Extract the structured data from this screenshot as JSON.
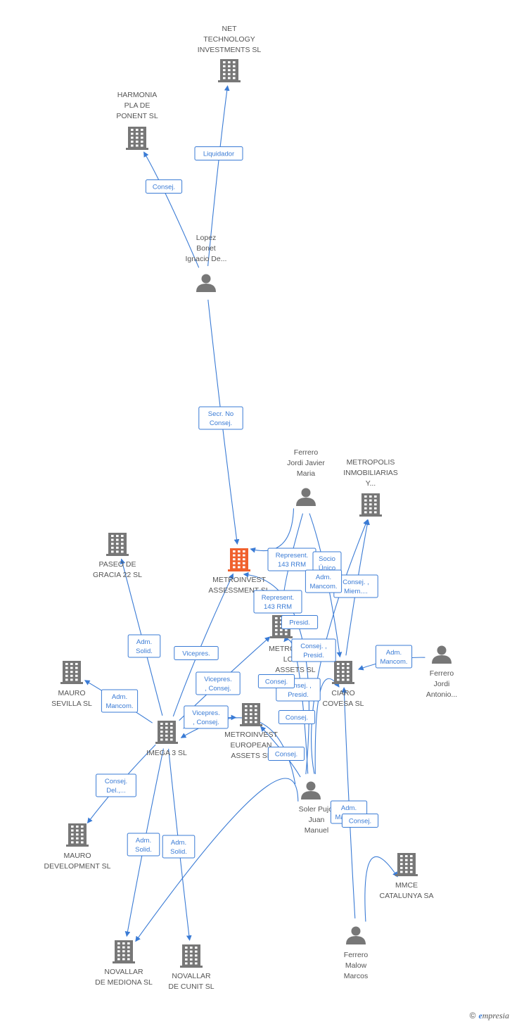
{
  "colors": {
    "edge": "#3a7bd5",
    "company": "#777777",
    "focus": "#f0612e",
    "person": "#777777",
    "label": "#555555"
  },
  "nodes": [
    {
      "id": "net",
      "kind": "company",
      "name": "net-technology-investments",
      "lines": [
        "NET",
        "TECHNOLOGY",
        "INVESTMENTS SL"
      ]
    },
    {
      "id": "harmonia",
      "kind": "company",
      "name": "harmonia-pla-de-ponent",
      "lines": [
        "HARMONIA",
        "PLA DE",
        "PONENT SL"
      ]
    },
    {
      "id": "lopez",
      "kind": "person",
      "name": "lopez-bonet-ignacio",
      "lines": [
        "Lopez",
        "Bonet",
        "Ignacio De..."
      ]
    },
    {
      "id": "ferrero_jordi",
      "kind": "person",
      "name": "ferrero-jordi-javier-maria",
      "lines": [
        "Ferrero",
        "Jordi Javier",
        "Maria"
      ]
    },
    {
      "id": "metropolis",
      "kind": "company",
      "name": "metropolis-inmobiliarias",
      "lines": [
        "METROPOLIS",
        "INMOBILIARIAS",
        "Y..."
      ]
    },
    {
      "id": "paseo",
      "kind": "company",
      "name": "paseo-de-gracia-22",
      "lines": [
        "PASEO DE",
        "GRACIA 22  SL"
      ]
    },
    {
      "id": "metroinvest",
      "kind": "focus",
      "name": "metroinvest-assessment",
      "lines": [
        "METROINVEST",
        "ASSESSMENT SL"
      ]
    },
    {
      "id": "local",
      "kind": "company",
      "name": "metroinvest-local-assets",
      "lines": [
        "METROINVEST",
        "LOCAL",
        "ASSETS SL"
      ]
    },
    {
      "id": "mauro_sev",
      "kind": "company",
      "name": "mauro-sevilla",
      "lines": [
        "MAURO",
        "SEVILLA  SL"
      ]
    },
    {
      "id": "ciaro",
      "kind": "company",
      "name": "ciaro-covesa",
      "lines": [
        "CIARO",
        "COVESA SL"
      ]
    },
    {
      "id": "ferrero_ant",
      "kind": "person",
      "name": "ferrero-jordi-antonio",
      "lines": [
        "Ferrero",
        "Jordi",
        "Antonio..."
      ]
    },
    {
      "id": "european",
      "kind": "company",
      "name": "metroinvest-european-assets",
      "lines": [
        "METROINVEST",
        "EUROPEAN",
        "ASSETS SL"
      ]
    },
    {
      "id": "imega",
      "kind": "company",
      "name": "imega-3",
      "lines": [
        "IMEGA 3 SL"
      ]
    },
    {
      "id": "soler",
      "kind": "person",
      "name": "soler-pujol-juan-manuel",
      "lines": [
        "Soler Pujol",
        "Juan",
        "Manuel"
      ]
    },
    {
      "id": "mauro_dev",
      "kind": "company",
      "name": "mauro-development",
      "lines": [
        "MAURO",
        "DEVELOPMENT SL"
      ]
    },
    {
      "id": "mmce",
      "kind": "company",
      "name": "mmce-catalunya",
      "lines": [
        "MMCE",
        "CATALUNYA SA"
      ]
    },
    {
      "id": "nov_med",
      "kind": "company",
      "name": "novallar-de-mediona",
      "lines": [
        "NOVALLAR",
        "DE MEDIONA SL"
      ]
    },
    {
      "id": "nov_cun",
      "kind": "company",
      "name": "novallar-de-cunit",
      "lines": [
        "NOVALLAR",
        "DE CUNIT SL"
      ]
    },
    {
      "id": "ferrero_mal",
      "kind": "person",
      "name": "ferrero-malow-marcos",
      "lines": [
        "Ferrero",
        "Malow",
        "Marcos"
      ]
    }
  ],
  "edges": [
    {
      "from": "lopez",
      "to": "net",
      "lines": [
        "Liquidador"
      ]
    },
    {
      "from": "lopez",
      "to": "harmonia",
      "lines": [
        "Consej."
      ]
    },
    {
      "from": "lopez",
      "to": "metroinvest",
      "lines": [
        "Secr.  No",
        "Consej."
      ]
    },
    {
      "from": "imega",
      "to": "paseo",
      "lines": [
        "Adm.",
        "Solid."
      ]
    },
    {
      "from": "imega",
      "to": "metroinvest",
      "lines": [
        "Vicepres."
      ]
    },
    {
      "from": "imega",
      "to": "mauro_sev",
      "lines": [
        "Adm.",
        "Mancom."
      ]
    },
    {
      "from": "imega",
      "to": "local",
      "lines": [
        "Vicepres.",
        ", Consej."
      ]
    },
    {
      "from": "imega",
      "to": "european",
      "lines": [
        "Vicepres.",
        ", Consej."
      ]
    },
    {
      "from": "imega",
      "to": "mauro_dev",
      "lines": [
        "Consej.",
        "Del.,..."
      ]
    },
    {
      "from": "imega",
      "to": "nov_med",
      "lines": [
        "Adm.",
        "Solid."
      ]
    },
    {
      "from": "imega",
      "to": "nov_cun",
      "lines": [
        "Adm.",
        "Solid."
      ]
    },
    {
      "from": "ferrero_jordi",
      "to": "metroinvest",
      "lines": [
        "Represent.",
        "143 RRM"
      ]
    },
    {
      "from": "ferrero_jordi",
      "to": "ciaro",
      "lines": [
        "Socio",
        "Único"
      ]
    },
    {
      "from": "ferrero_jordi",
      "to": "local",
      "lines": [
        "Represent.",
        "143 RRM"
      ]
    },
    {
      "from": "ciaro",
      "to": "metropolis",
      "lines": [
        "Consej. ,",
        "Miem...."
      ]
    },
    {
      "from": "ferrero_ant",
      "to": "ciaro",
      "lines": [
        "Adm.",
        "Mancom."
      ]
    },
    {
      "from": "soler",
      "to": "metroinvest",
      "lines": [
        "Adm.",
        "Mancom."
      ]
    },
    {
      "from": "soler",
      "to": "local",
      "lines": [
        "Presid."
      ]
    },
    {
      "from": "soler",
      "to": "ciaro",
      "lines": [
        "Consej. ,",
        "Presid."
      ]
    },
    {
      "from": "soler",
      "to": "european",
      "lines": [
        "Consej."
      ]
    },
    {
      "from": "soler",
      "to": "metropolis",
      "lines": [
        "Consej. ,",
        "Presid."
      ]
    },
    {
      "from": "soler",
      "to": "imega",
      "lines": [
        "Consej."
      ]
    },
    {
      "from": "soler",
      "to": "nov_med",
      "lines": [
        "Consej."
      ]
    },
    {
      "from": "ferrero_mal",
      "to": "ciaro",
      "lines": [
        "Adm.",
        "Mancom."
      ]
    },
    {
      "from": "ferrero_mal",
      "to": "mmce",
      "lines": [
        "Consej."
      ]
    }
  ],
  "footer": {
    "copyright": "©",
    "brand_initial": "e",
    "brand_rest": "mpresia"
  }
}
